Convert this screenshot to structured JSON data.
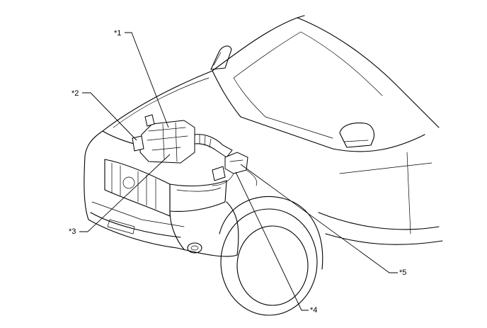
{
  "callouts": [
    {
      "id": "c1",
      "label": "*1"
    },
    {
      "id": "c2",
      "label": "*2"
    },
    {
      "id": "c3",
      "label": "*3"
    },
    {
      "id": "c4",
      "label": "*4"
    },
    {
      "id": "c5",
      "label": "*5"
    }
  ]
}
